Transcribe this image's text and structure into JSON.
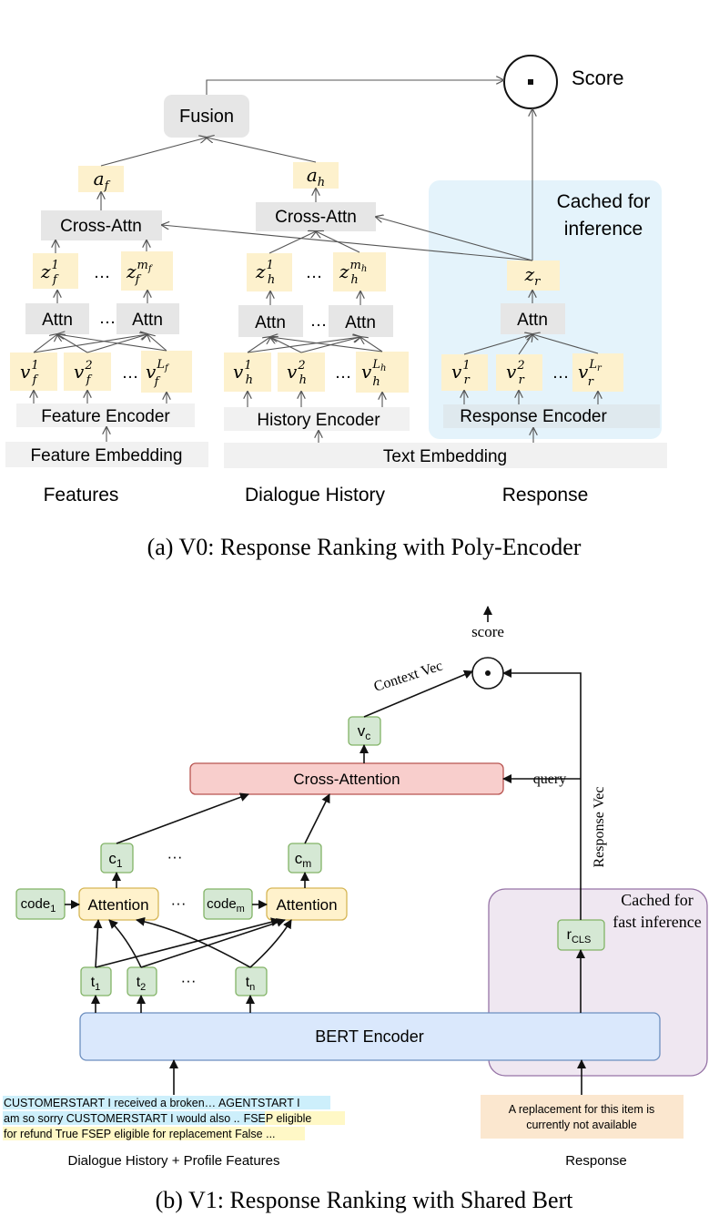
{
  "panel_a": {
    "caption": "(a) V0: Response Ranking with Poly-Encoder",
    "score_label": "Score",
    "fusion_label": "Fusion",
    "cached_label_line1": "Cached for",
    "cached_label_line2": "inference",
    "cross_attn_label": "Cross-Attn",
    "attn_label": "Attn",
    "ellipsis": "…",
    "feature_encoder": "Feature Encoder",
    "history_encoder": "History Encoder",
    "response_encoder": "Response  Encoder",
    "feature_embedding": "Feature Embedding",
    "text_embedding": "Text Embedding",
    "col_features": "Features",
    "col_history": "Dialogue History",
    "col_response": "Response",
    "tokens": {
      "a_f": {
        "base": "a",
        "sub": "f"
      },
      "a_h": {
        "base": "a",
        "sub": "h"
      },
      "z_f1": {
        "base": "z",
        "sub": "f",
        "sup": "1"
      },
      "z_fm": {
        "base": "z",
        "sub": "f",
        "sup": "m",
        "supsub": "f"
      },
      "z_h1": {
        "base": "z",
        "sub": "h",
        "sup": "1"
      },
      "z_hm": {
        "base": "z",
        "sub": "h",
        "sup": "m",
        "supsub": "h"
      },
      "z_r": {
        "base": "z",
        "sub": "r"
      },
      "v_f1": {
        "base": "v",
        "sub": "f",
        "sup": "1"
      },
      "v_f2": {
        "base": "v",
        "sub": "f",
        "sup": "2"
      },
      "v_fL": {
        "base": "v",
        "sub": "f",
        "sup": "L",
        "supsub": "f"
      },
      "v_h1": {
        "base": "v",
        "sub": "h",
        "sup": "1"
      },
      "v_h2": {
        "base": "v",
        "sub": "h",
        "sup": "2"
      },
      "v_hL": {
        "base": "v",
        "sub": "h",
        "sup": "L",
        "supsub": "h"
      },
      "v_r1": {
        "base": "v",
        "sub": "r",
        "sup": "1"
      },
      "v_r2": {
        "base": "v",
        "sub": "r",
        "sup": "2"
      },
      "v_rL": {
        "base": "v",
        "sub": "r",
        "sup": "L",
        "supsub": "r"
      }
    }
  },
  "panel_b": {
    "caption": "(b) V1: Response Ranking with Shared Bert",
    "score_label": "score",
    "context_vec_label": "Context Vec",
    "response_vec_label": "Response Vec",
    "query_label": "query",
    "cross_attention_label": "Cross-Attention",
    "attention_label": "Attention",
    "bert_encoder_label": "BERT Encoder",
    "cached_line1": "Cached for",
    "cached_line2": "fast inference",
    "ellipsis": "···",
    "tokens": {
      "v_c": {
        "base": "v",
        "sub": "c"
      },
      "c_1": {
        "base": "c",
        "sub": "1"
      },
      "c_m": {
        "base": "c",
        "sub": "m"
      },
      "code_1": {
        "base": "code",
        "sub": "1"
      },
      "code_m": {
        "base": "code",
        "sub": "m"
      },
      "t_1": {
        "base": "t",
        "sub": "1"
      },
      "t_2": {
        "base": "t",
        "sub": "2"
      },
      "t_n": {
        "base": "t",
        "sub": "n"
      },
      "r_cls": {
        "base": "r",
        "sub": "CLS"
      }
    },
    "input_history": {
      "line1a": "CUSTOMERSTART I received a broken… AGENTSTART I",
      "line2a": "am so sorry CUSTOMERSTART I would also ..",
      "line2b": "FSEP eligible",
      "line3a": "for refund True FSEP eligible for replacement False ..."
    },
    "input_response": {
      "line1": "A replacement for this item is",
      "line2": "currently not available"
    },
    "label_history": "Dialogue History + Profile Features",
    "label_response": "Response"
  },
  "colors": {
    "token_fill": "#fdf1cd",
    "gray_box": "#e6e6e6",
    "gray_light": "#f1f1f1",
    "cache_blue": "#e4f3fb",
    "green_fill": "#d5e8d4",
    "green_stroke": "#82b366",
    "yellow_fill": "#fff2cc",
    "yellow_stroke": "#d6b656",
    "red_fill": "#f8cecc",
    "red_stroke": "#b85450",
    "blue_fill": "#dae8fc",
    "blue_stroke": "#6c8ebf",
    "purple_fill": "#efe7f1",
    "purple_stroke": "#9673a6",
    "cyan_hl": "#cdeffb",
    "yellow_hl": "#fff8c6",
    "peach_fill": "#fbe7cf"
  }
}
